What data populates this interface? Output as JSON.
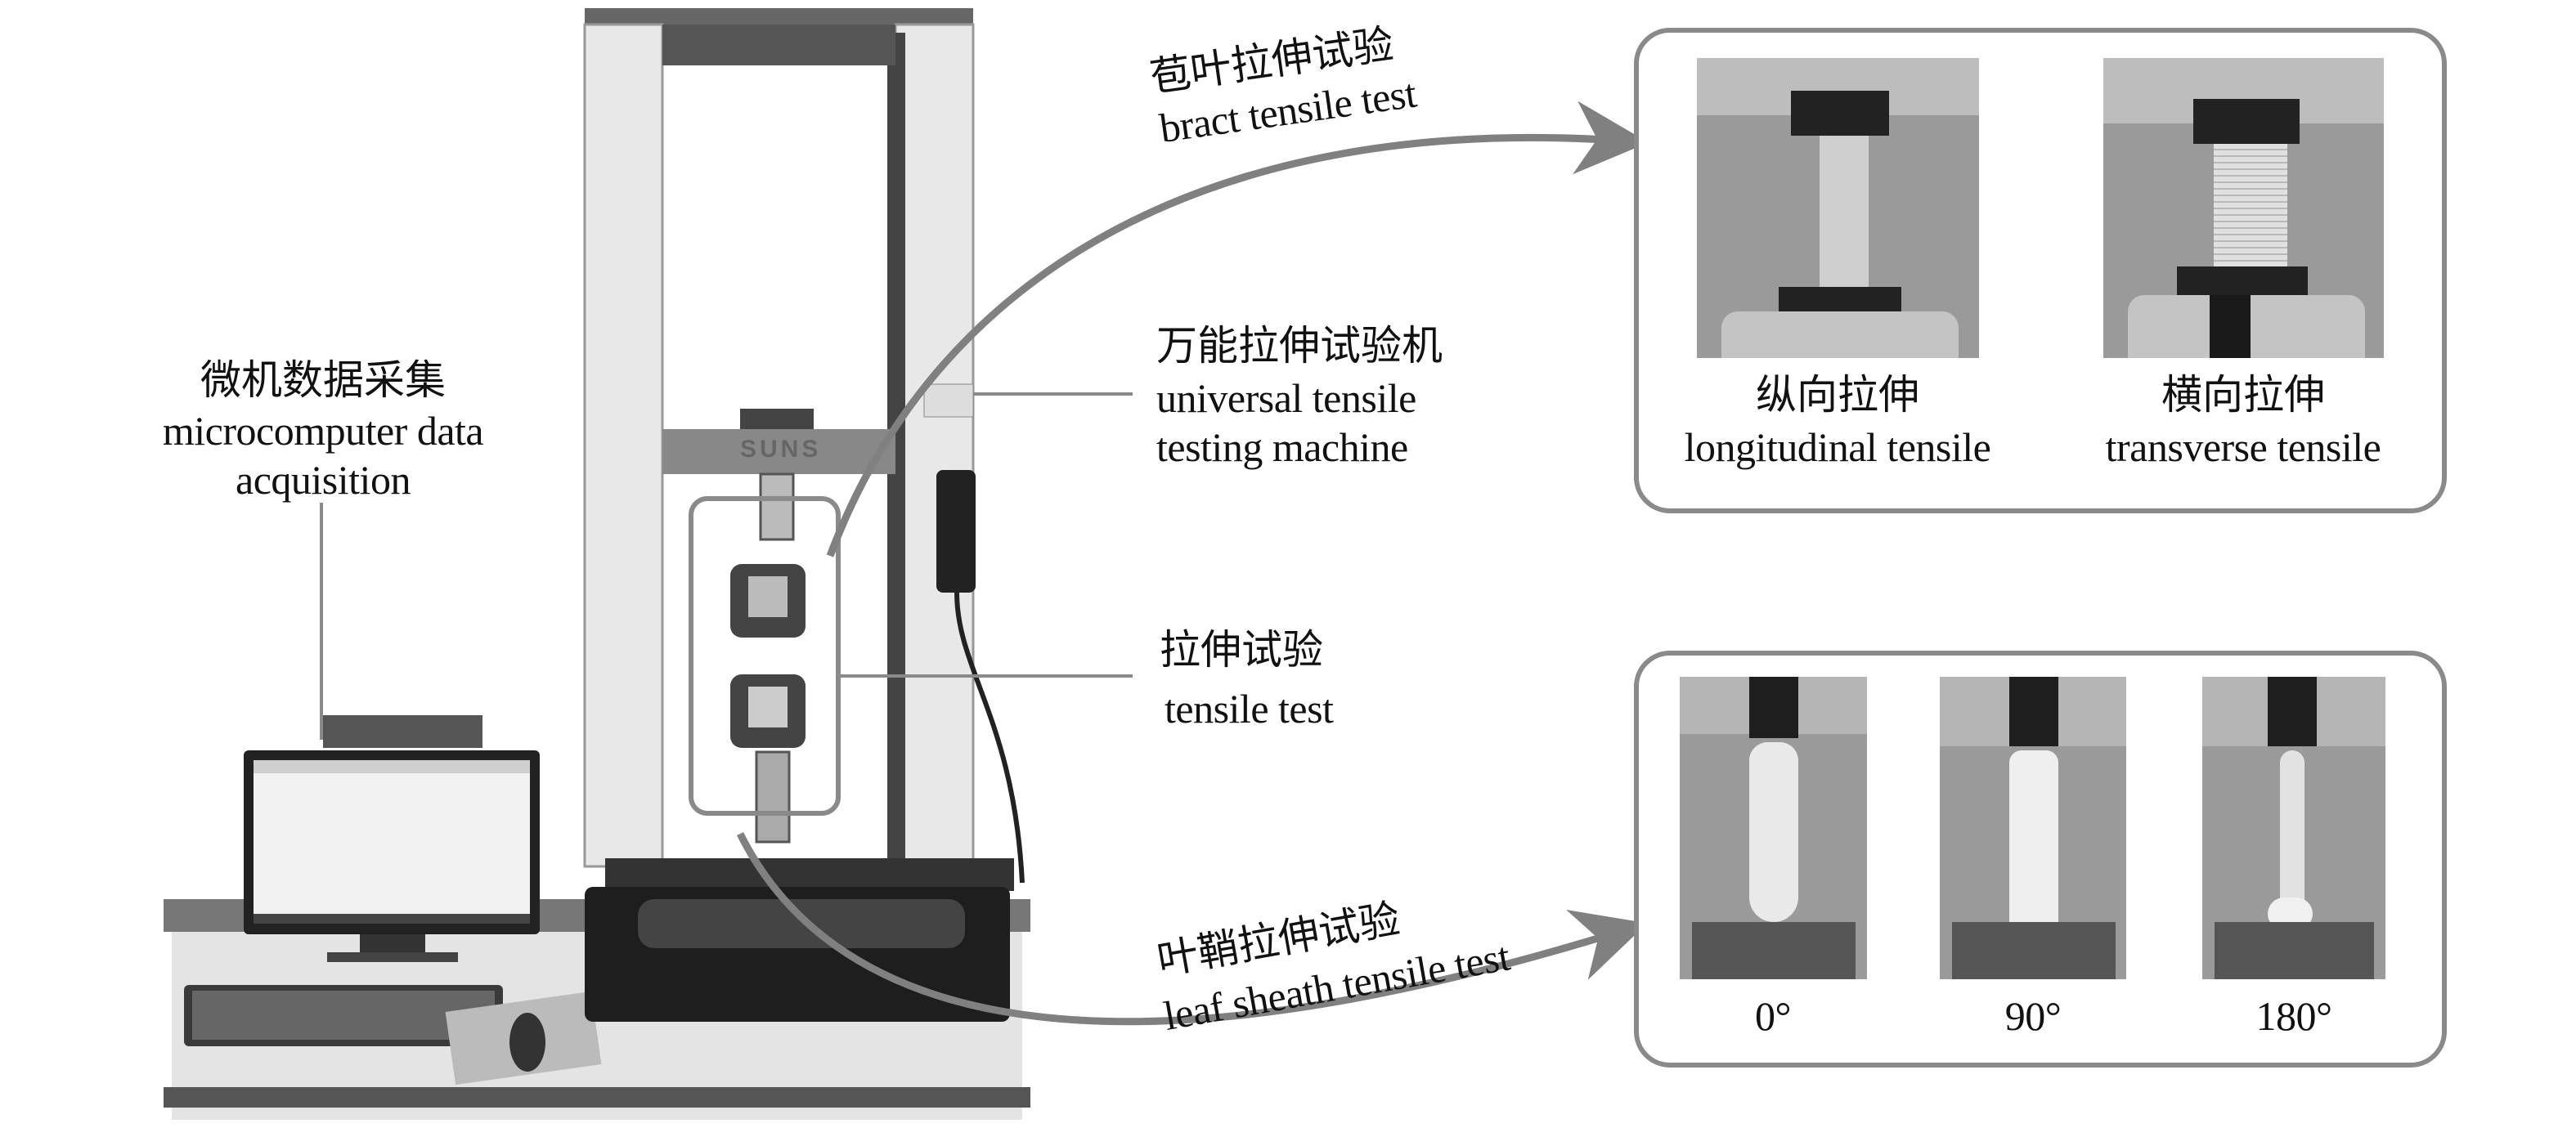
{
  "left_label": {
    "zh": "微机数据采集",
    "en_line1": "microcomputer data",
    "en_line2": "acquisition"
  },
  "bract_label": {
    "zh": "苞叶拉伸试验",
    "en": "bract tensile test"
  },
  "machine_label": {
    "zh": "万能拉伸试验机",
    "en_line1": "universal tensile",
    "en_line2": "testing machine"
  },
  "tensile_label": {
    "zh": "拉伸试验",
    "en": "tensile test"
  },
  "sheath_label": {
    "zh": "叶鞘拉伸试验",
    "en": "leaf sheath tensile test"
  },
  "bract_panel": {
    "items": [
      {
        "zh": "纵向拉伸",
        "en": "longitudinal tensile"
      },
      {
        "zh": "横向拉伸",
        "en": "transverse tensile"
      }
    ]
  },
  "sheath_panel": {
    "items": [
      {
        "angle": "0°"
      },
      {
        "angle": "90°"
      },
      {
        "angle": "180°"
      }
    ]
  },
  "machine_brand": "SUNS",
  "colors": {
    "panel_border": "#8a8a8a",
    "arrow": "#808080",
    "photo_bg": "#9a9a9a"
  }
}
